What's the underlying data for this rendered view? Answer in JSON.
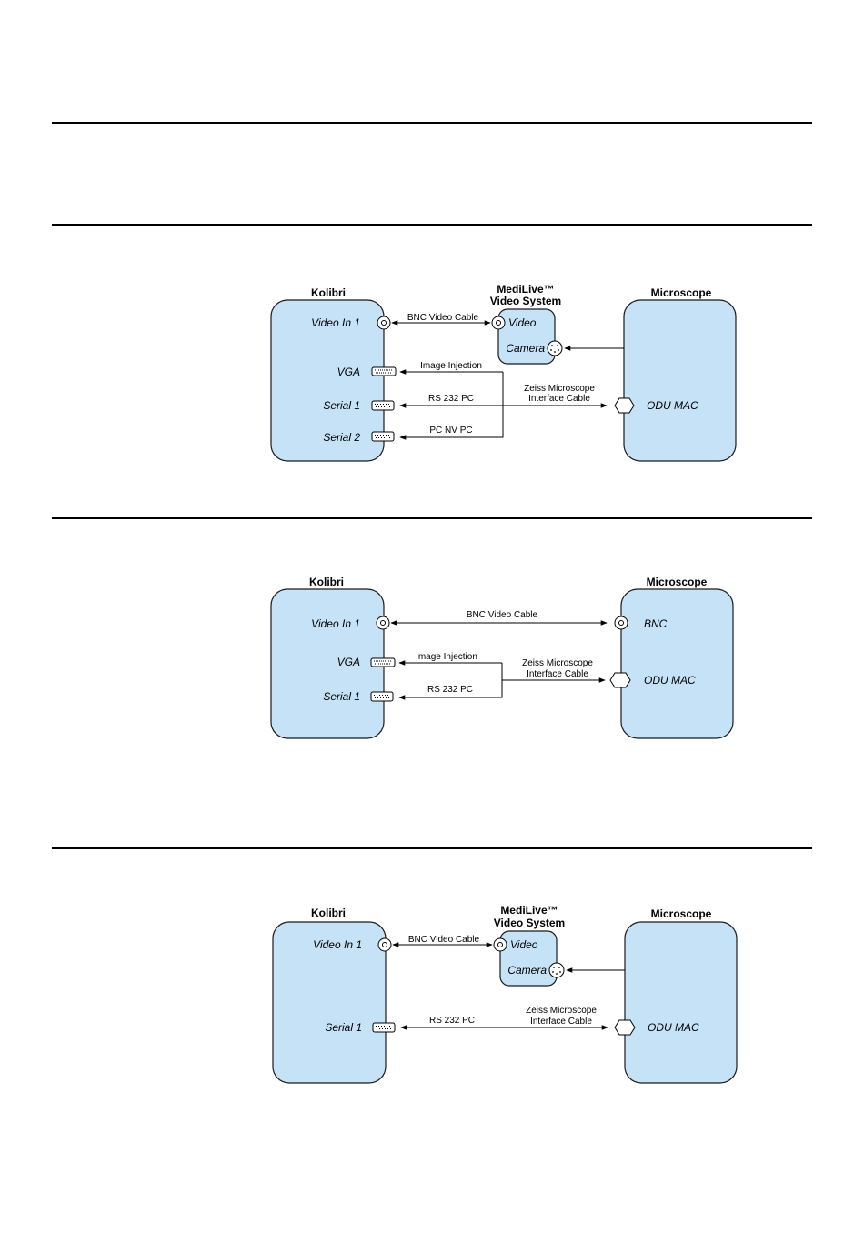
{
  "diagrams": [
    {
      "kolibri": {
        "title": "Kolibri",
        "ports": {
          "video_in": "Video In 1",
          "vga": "VGA",
          "serial1": "Serial 1",
          "serial2": "Serial 2"
        }
      },
      "medilive": {
        "title_line1": "MediLive™",
        "title_line2": "Video System",
        "video": "Video",
        "camera": "Camera"
      },
      "microscope": {
        "title": "Microscope",
        "odu": "ODU MAC"
      },
      "cables": {
        "bnc": "BNC Video Cable",
        "image_injection": "Image Injection",
        "rs232": "RS 232 PC",
        "pcnv": "PC NV PC",
        "zeiss_line1": "Zeiss Microscope",
        "zeiss_line2": "Interface Cable"
      }
    },
    {
      "kolibri": {
        "title": "Kolibri",
        "ports": {
          "video_in": "Video In 1",
          "vga": "VGA",
          "serial1": "Serial 1"
        }
      },
      "microscope": {
        "title": "Microscope",
        "bnc": "BNC",
        "odu": "ODU MAC"
      },
      "cables": {
        "bnc": "BNC Video Cable",
        "image_injection": "Image Injection",
        "rs232": "RS 232 PC",
        "zeiss_line1": "Zeiss Microscope",
        "zeiss_line2": "Interface Cable"
      }
    },
    {
      "kolibri": {
        "title": "Kolibri",
        "ports": {
          "video_in": "Video In 1",
          "serial1": "Serial 1"
        }
      },
      "medilive": {
        "title_line1": "MediLive™",
        "title_line2": "Video System",
        "video": "Video",
        "camera": "Camera"
      },
      "microscope": {
        "title": "Microscope",
        "odu": "ODU MAC"
      },
      "cables": {
        "bnc": "BNC Video Cable",
        "rs232": "RS 232 PC",
        "zeiss_line1": "Zeiss Microscope",
        "zeiss_line2": "Interface Cable"
      }
    }
  ]
}
